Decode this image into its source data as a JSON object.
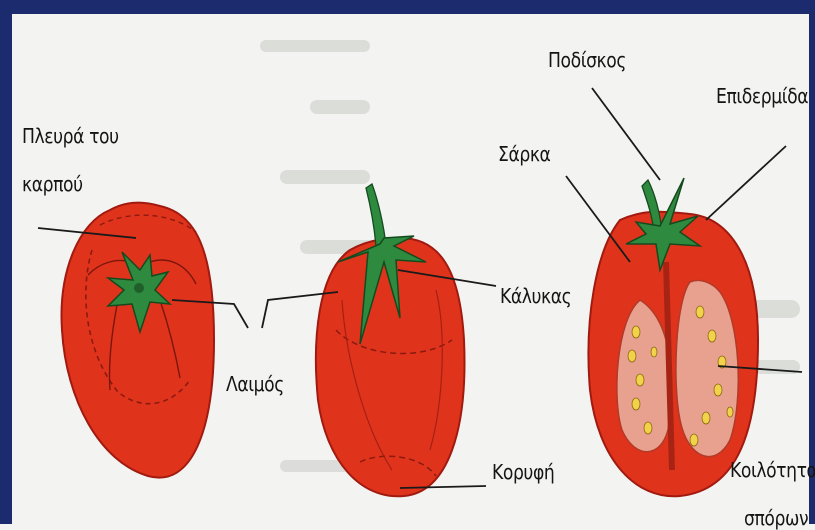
{
  "labels": {
    "plevra": "Πλευρά του",
    "karpou": "καρπού",
    "laimos": "Λαιμός",
    "kalykas": "Κάλυκας",
    "koryfi": "Κορυφή",
    "podiskos": "Ποδίσκος",
    "epidermida": "Επιδερμίδα",
    "sarka": "Σάρκα",
    "koilotita": "Κοιλότητα",
    "sporon": "σπόρων"
  },
  "colors": {
    "tomato": "#e0331c",
    "tomato_dark": "#b01d12",
    "sepal": "#2e8a3e",
    "flesh": "#e85a44",
    "border": "#1c2b6e"
  },
  "icons": [
    "tomato-top-view",
    "tomato-side-view",
    "tomato-cross-section"
  ]
}
